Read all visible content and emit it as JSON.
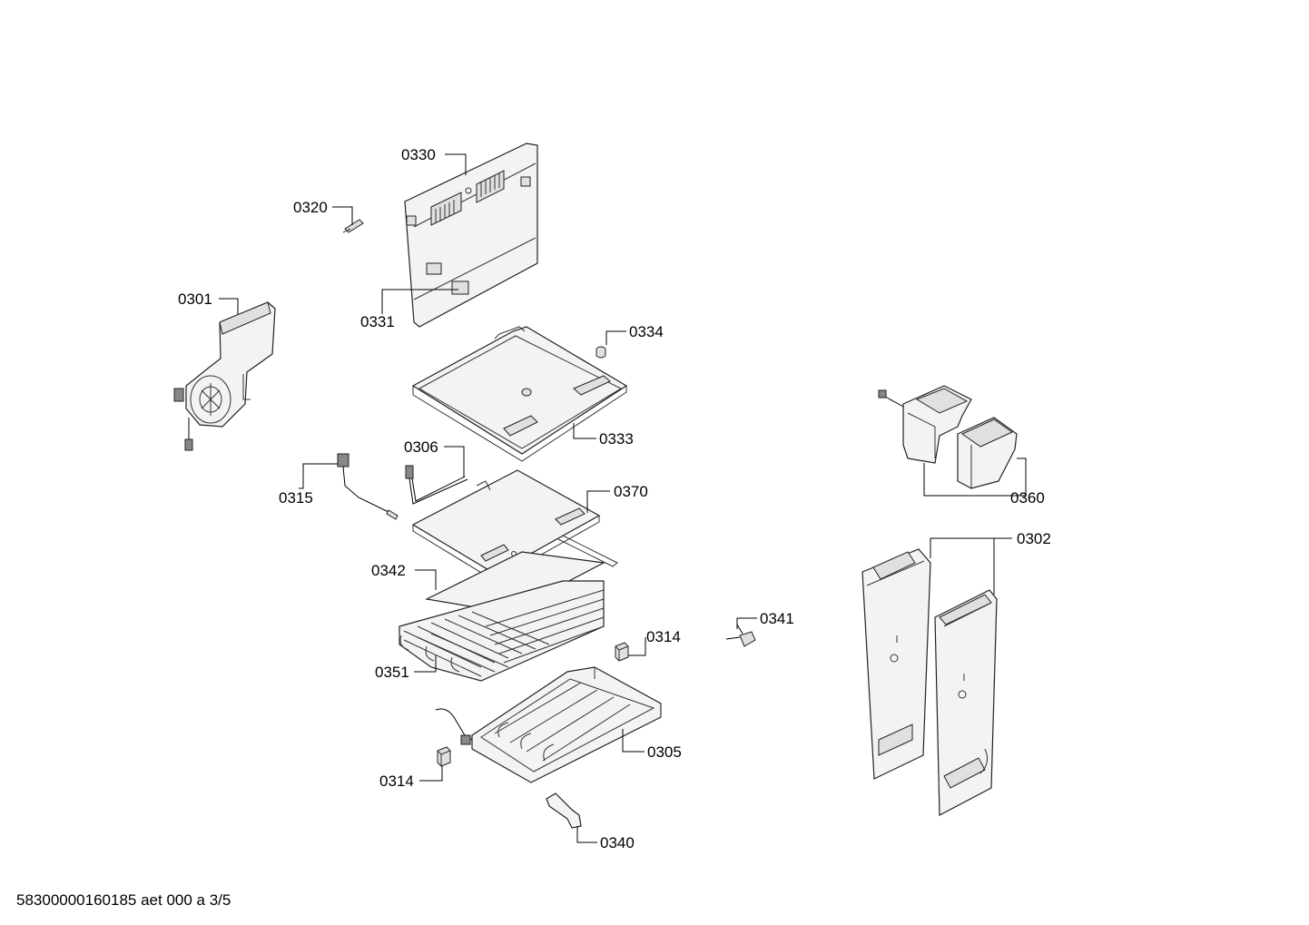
{
  "labels": {
    "p0330": "0330",
    "p0320": "0320",
    "p0301": "0301",
    "p0331": "0331",
    "p0334": "0334",
    "p0333": "0333",
    "p0306": "0306",
    "p0315": "0315",
    "p0370": "0370",
    "p0342": "0342",
    "p0341": "0341",
    "p0314a": "0314",
    "p0351": "0351",
    "p0305": "0305",
    "p0314b": "0314",
    "p0340": "0340",
    "p0360": "0360",
    "p0302": "0302"
  },
  "footer": "58300000160185 aet 000 a 3/5"
}
